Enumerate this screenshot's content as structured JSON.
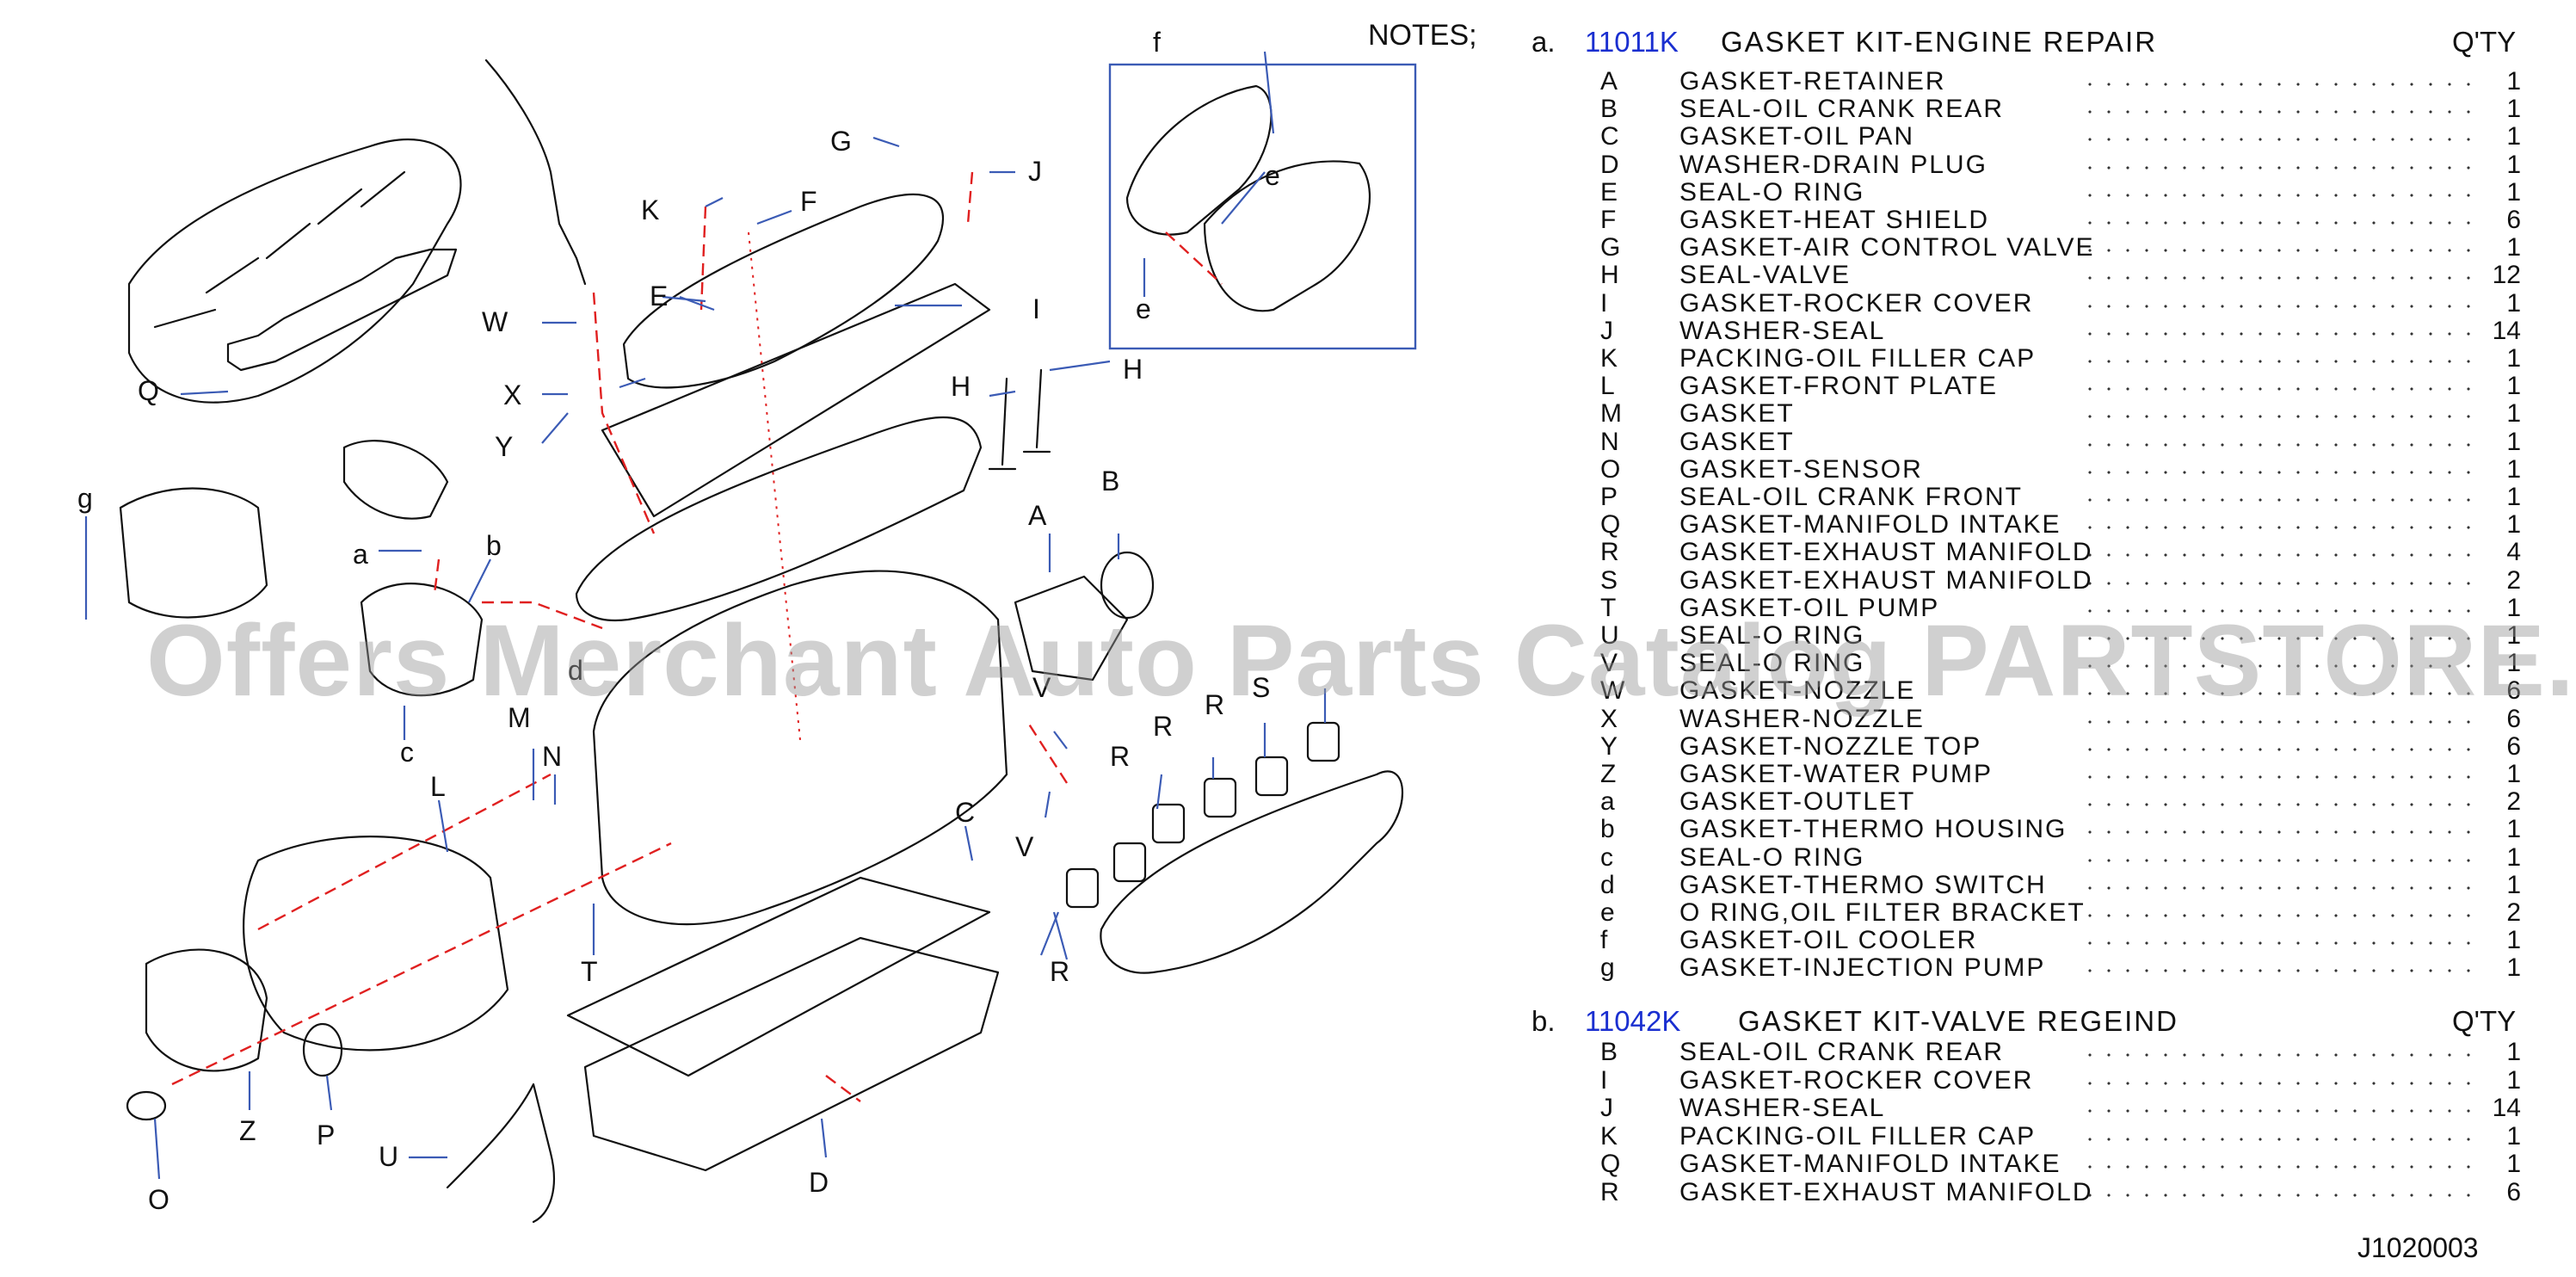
{
  "notes_title": "NOTES;",
  "watermark": "Offers Merchant Auto Parts Catalog PARTSTORE.SA",
  "reference_code": "J1020003",
  "callouts": {
    "A": "A",
    "B": "B",
    "C": "C",
    "D": "D",
    "E": "E",
    "F": "F",
    "G": "G",
    "H1": "H",
    "H2": "H",
    "I": "I",
    "J": "J",
    "K": "K",
    "L": "L",
    "M": "M",
    "N": "N",
    "P": "P",
    "Q": "Q",
    "R1": "R",
    "R2": "R",
    "R3": "R",
    "R4": "R",
    "S": "S",
    "T": "T",
    "U": "U",
    "V1": "V",
    "V2": "V",
    "W": "W",
    "X": "X",
    "Y": "Y",
    "Z": "Z",
    "a": "a",
    "b": "b",
    "c": "c",
    "d": "d",
    "e1": "e",
    "e2": "e",
    "f": "f",
    "g": "g",
    "O": "O"
  },
  "kits": [
    {
      "letter": "a.",
      "number": "11011K",
      "title": "GASKET  KIT-ENGINE  REPAIR",
      "qty_label": "Q'TY",
      "items": [
        {
          "code": "A",
          "desc": "GASKET-RETAINER",
          "qty": "1"
        },
        {
          "code": "B",
          "desc": "SEAL-OIL  CRANK  REAR",
          "qty": "1"
        },
        {
          "code": "C",
          "desc": "GASKET-OIL  PAN",
          "qty": "1"
        },
        {
          "code": "D",
          "desc": "WASHER-DRAIN  PLUG",
          "qty": "1"
        },
        {
          "code": "E",
          "desc": "SEAL-O  RING",
          "qty": "1"
        },
        {
          "code": "F",
          "desc": "GASKET-HEAT  SHIELD",
          "qty": "6"
        },
        {
          "code": "G",
          "desc": "GASKET-AIR  CONTROL  VALVE",
          "qty": "1"
        },
        {
          "code": "H",
          "desc": "SEAL-VALVE",
          "qty": "12"
        },
        {
          "code": "I",
          "desc": "GASKET-ROCKER  COVER",
          "qty": "1"
        },
        {
          "code": "J",
          "desc": "WASHER-SEAL",
          "qty": "14"
        },
        {
          "code": "K",
          "desc": "PACKING-OIL  FILLER  CAP",
          "qty": "1"
        },
        {
          "code": "L",
          "desc": "GASKET-FRONT  PLATE",
          "qty": "1"
        },
        {
          "code": "M",
          "desc": "GASKET",
          "qty": "1"
        },
        {
          "code": "N",
          "desc": "GASKET",
          "qty": "1"
        },
        {
          "code": "O",
          "desc": "GASKET-SENSOR",
          "qty": "1"
        },
        {
          "code": "P",
          "desc": "SEAL-OIL  CRANK  FRONT",
          "qty": "1"
        },
        {
          "code": "Q",
          "desc": "GASKET-MANIFOLD  INTAKE",
          "qty": "1"
        },
        {
          "code": "R",
          "desc": "GASKET-EXHAUST  MANIFOLD",
          "qty": "4"
        },
        {
          "code": "S",
          "desc": "GASKET-EXHAUST  MANIFOLD",
          "qty": "2"
        },
        {
          "code": "T",
          "desc": "GASKET-OIL  PUMP",
          "qty": "1"
        },
        {
          "code": "U",
          "desc": "SEAL-O  RING",
          "qty": "1"
        },
        {
          "code": "V",
          "desc": "SEAL-O  RING",
          "qty": "1"
        },
        {
          "code": "W",
          "desc": "GASKET-NOZZLE",
          "qty": "6"
        },
        {
          "code": "X",
          "desc": "WASHER-NOZZLE",
          "qty": "6"
        },
        {
          "code": "Y",
          "desc": "GASKET-NOZZLE  TOP",
          "qty": "6"
        },
        {
          "code": "Z",
          "desc": "GASKET-WATER  PUMP",
          "qty": "1"
        },
        {
          "code": "a",
          "desc": "GASKET-OUTLET",
          "qty": "2"
        },
        {
          "code": "b",
          "desc": "GASKET-THERMO  HOUSING",
          "qty": "1"
        },
        {
          "code": "c",
          "desc": "SEAL-O  RING",
          "qty": "1"
        },
        {
          "code": "d",
          "desc": "GASKET-THERMO  SWITCH",
          "qty": "1"
        },
        {
          "code": "e",
          "desc": "O  RING,OIL  FILTER  BRACKET",
          "qty": "2"
        },
        {
          "code": "f",
          "desc": "GASKET-OIL  COOLER",
          "qty": "1"
        },
        {
          "code": "g",
          "desc": "GASKET-INJECTION  PUMP",
          "qty": "1"
        }
      ]
    },
    {
      "letter": "b.",
      "number": "11042K",
      "title": "GASKET  KIT-VALVE  REGEIND",
      "qty_label": "Q'TY",
      "items": [
        {
          "code": "B",
          "desc": "SEAL-OIL  CRANK  REAR",
          "qty": "1"
        },
        {
          "code": "I",
          "desc": "GASKET-ROCKER  COVER",
          "qty": "1"
        },
        {
          "code": "J",
          "desc": "WASHER-SEAL",
          "qty": "14"
        },
        {
          "code": "K",
          "desc": "PACKING-OIL  FILLER  CAP",
          "qty": "1"
        },
        {
          "code": "Q",
          "desc": "GASKET-MANIFOLD  INTAKE",
          "qty": "1"
        },
        {
          "code": "R",
          "desc": "GASKET-EXHAUST  MANIFOLD",
          "qty": "6"
        }
      ]
    }
  ]
}
